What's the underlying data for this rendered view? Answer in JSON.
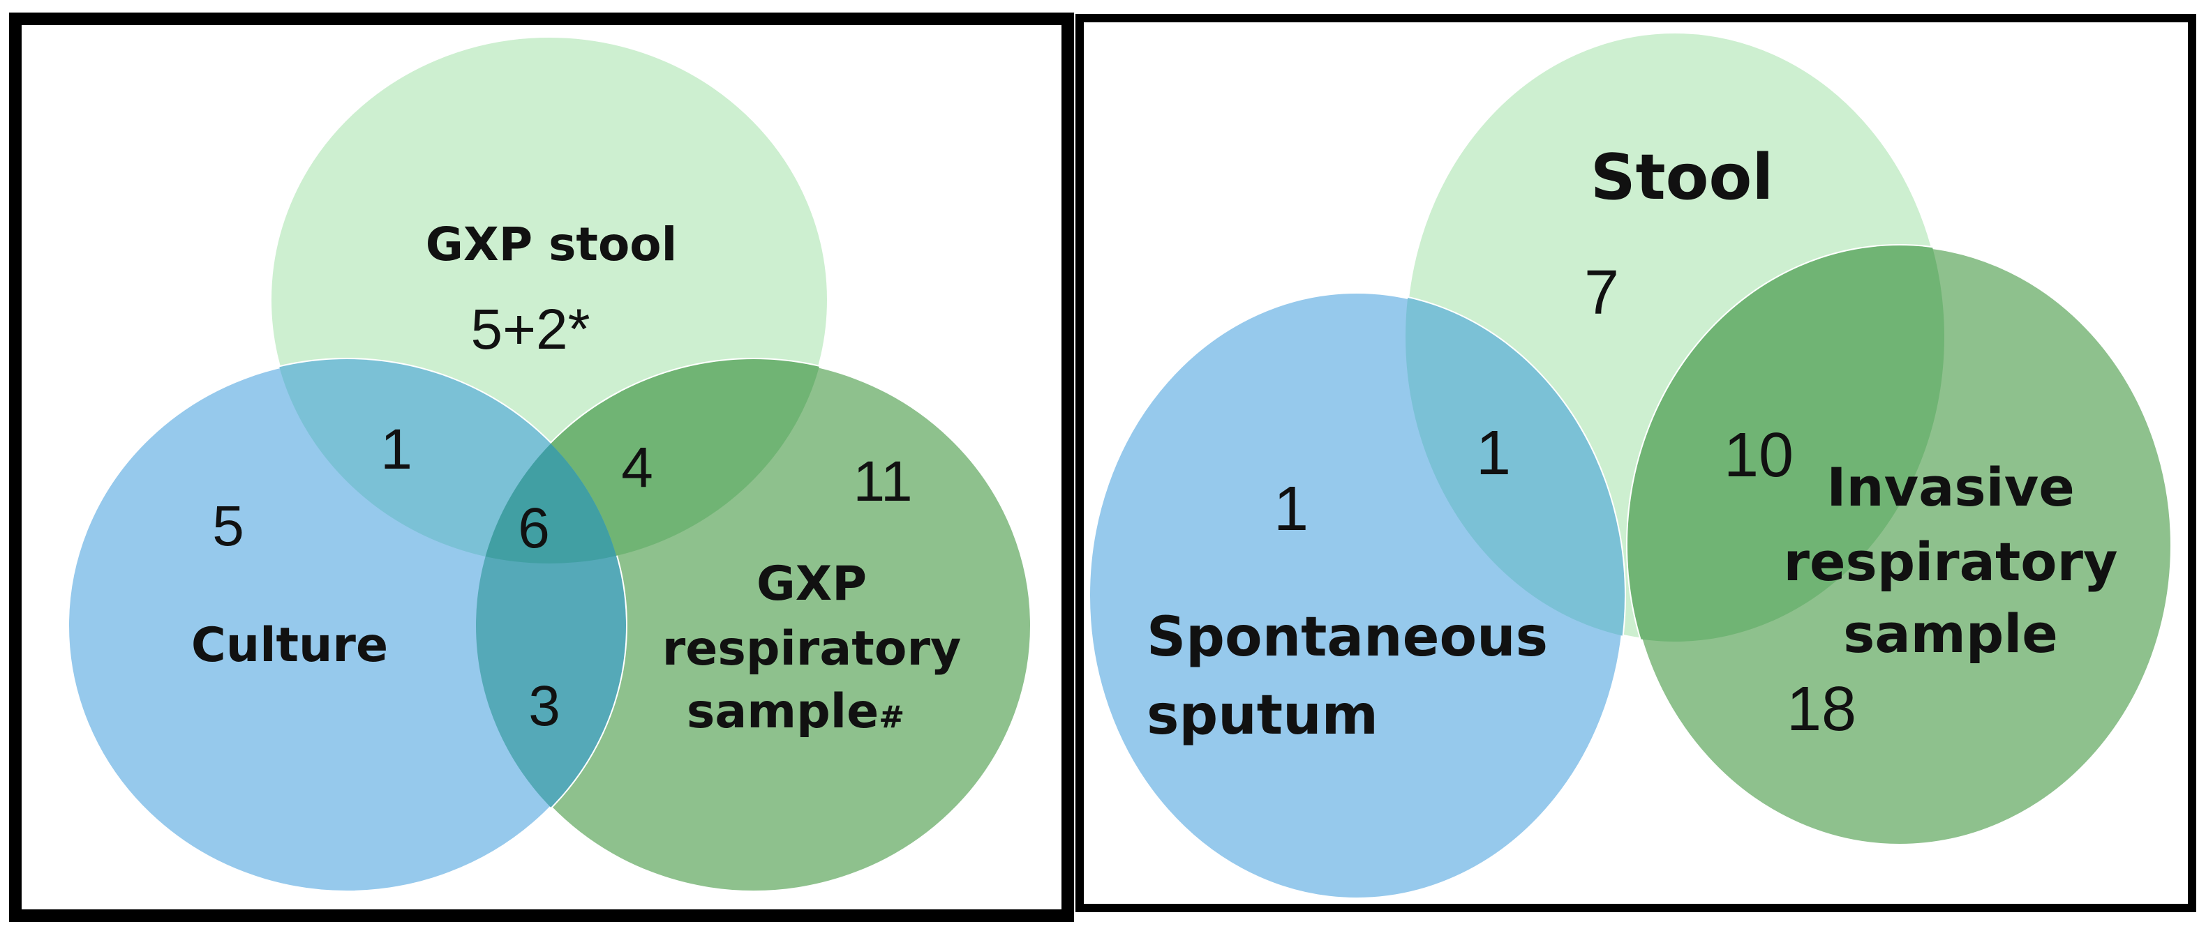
{
  "colors": {
    "stool": "#cdefd0",
    "respiratory": "#8ec18d",
    "culture": "#96c9ec",
    "stool_respiratory_overlap": "#70b474",
    "stool_culture_overlap": "#7bc1d6",
    "culture_respiratory_overlap": "#55a9b8",
    "triple_overlap": "#419fa3"
  },
  "left_panel": {
    "sets": {
      "stool": {
        "line1": "GXP stool",
        "line2": ""
      },
      "culture": {
        "line1": "Culture"
      },
      "respiratory": {
        "line1": "GXP",
        "line2": "respiratory",
        "line3": "sample",
        "footnote_mark": "#"
      }
    },
    "counts": {
      "stool_only": "5+2*",
      "culture_only": "5",
      "respiratory_only": "11",
      "stool_culture": "1",
      "stool_respiratory": "4",
      "culture_respiratory": "3",
      "all_three": "6"
    }
  },
  "right_panel": {
    "sets": {
      "stool": {
        "line1": "Stool"
      },
      "sputum": {
        "line1": "Spontaneous",
        "line2": "sputum"
      },
      "invasive": {
        "line1": "Invasive",
        "line2": "respiratory",
        "line3": "sample"
      }
    },
    "counts": {
      "stool_only": "7",
      "sputum_only": "1",
      "invasive_only": "18",
      "stool_sputum": "1",
      "stool_invasive": "10"
    }
  }
}
